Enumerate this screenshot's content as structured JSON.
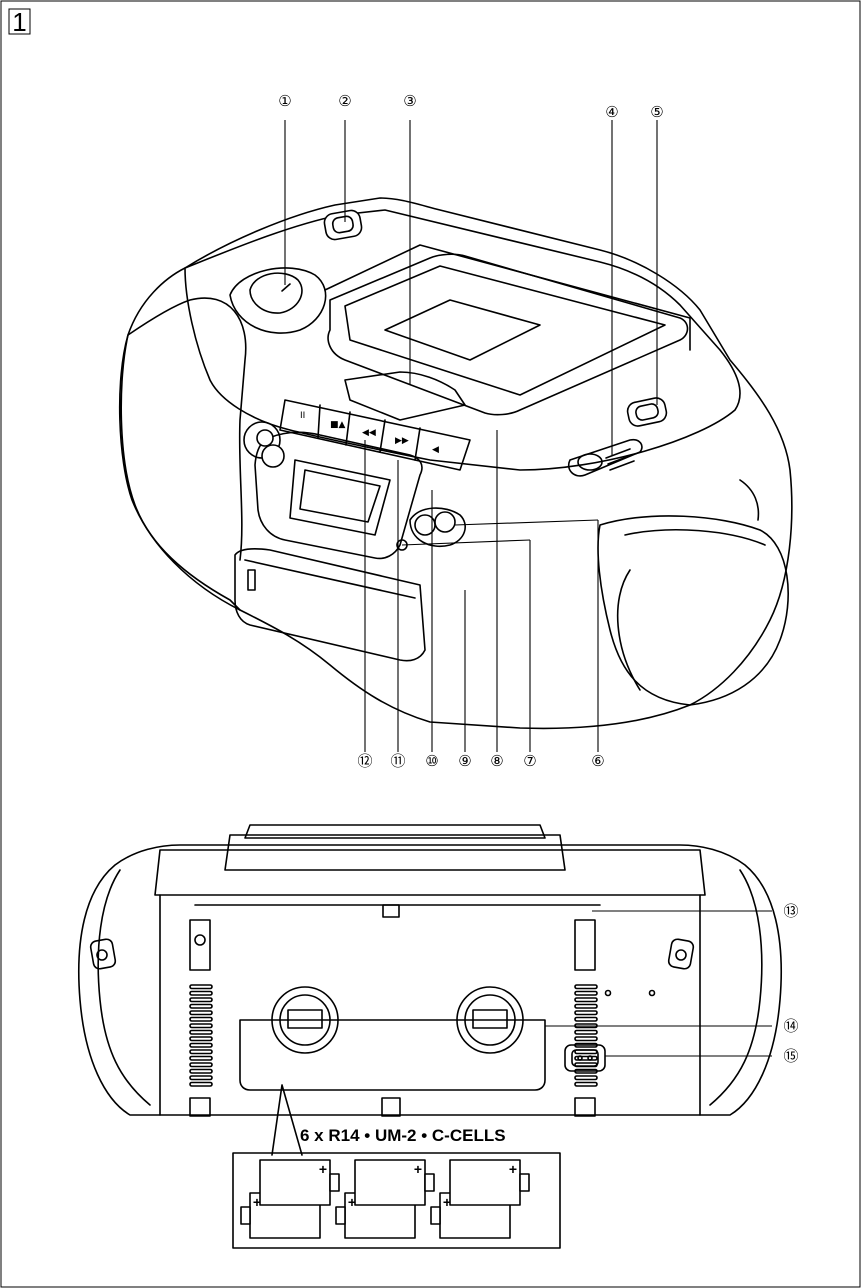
{
  "figure_number": "1",
  "callouts": [
    {
      "id": "1",
      "label": "①"
    },
    {
      "id": "2",
      "label": "②"
    },
    {
      "id": "3",
      "label": "③"
    },
    {
      "id": "4",
      "label": "④"
    },
    {
      "id": "5",
      "label": "⑤"
    },
    {
      "id": "6",
      "label": "⑥"
    },
    {
      "id": "7",
      "label": "⑦"
    },
    {
      "id": "8",
      "label": "⑧"
    },
    {
      "id": "9",
      "label": "⑨"
    },
    {
      "id": "10",
      "label": "⑩"
    },
    {
      "id": "11",
      "label": "⑪"
    },
    {
      "id": "12",
      "label": "⑫"
    },
    {
      "id": "13",
      "label": "⑬"
    },
    {
      "id": "14",
      "label": "⑭"
    },
    {
      "id": "15",
      "label": "⑮"
    }
  ],
  "battery": {
    "label": "6 x R14 • UM-2 • C-CELLS",
    "polarity_symbol": "+"
  },
  "colors": {
    "line": "#000000",
    "background": "#ffffff"
  }
}
